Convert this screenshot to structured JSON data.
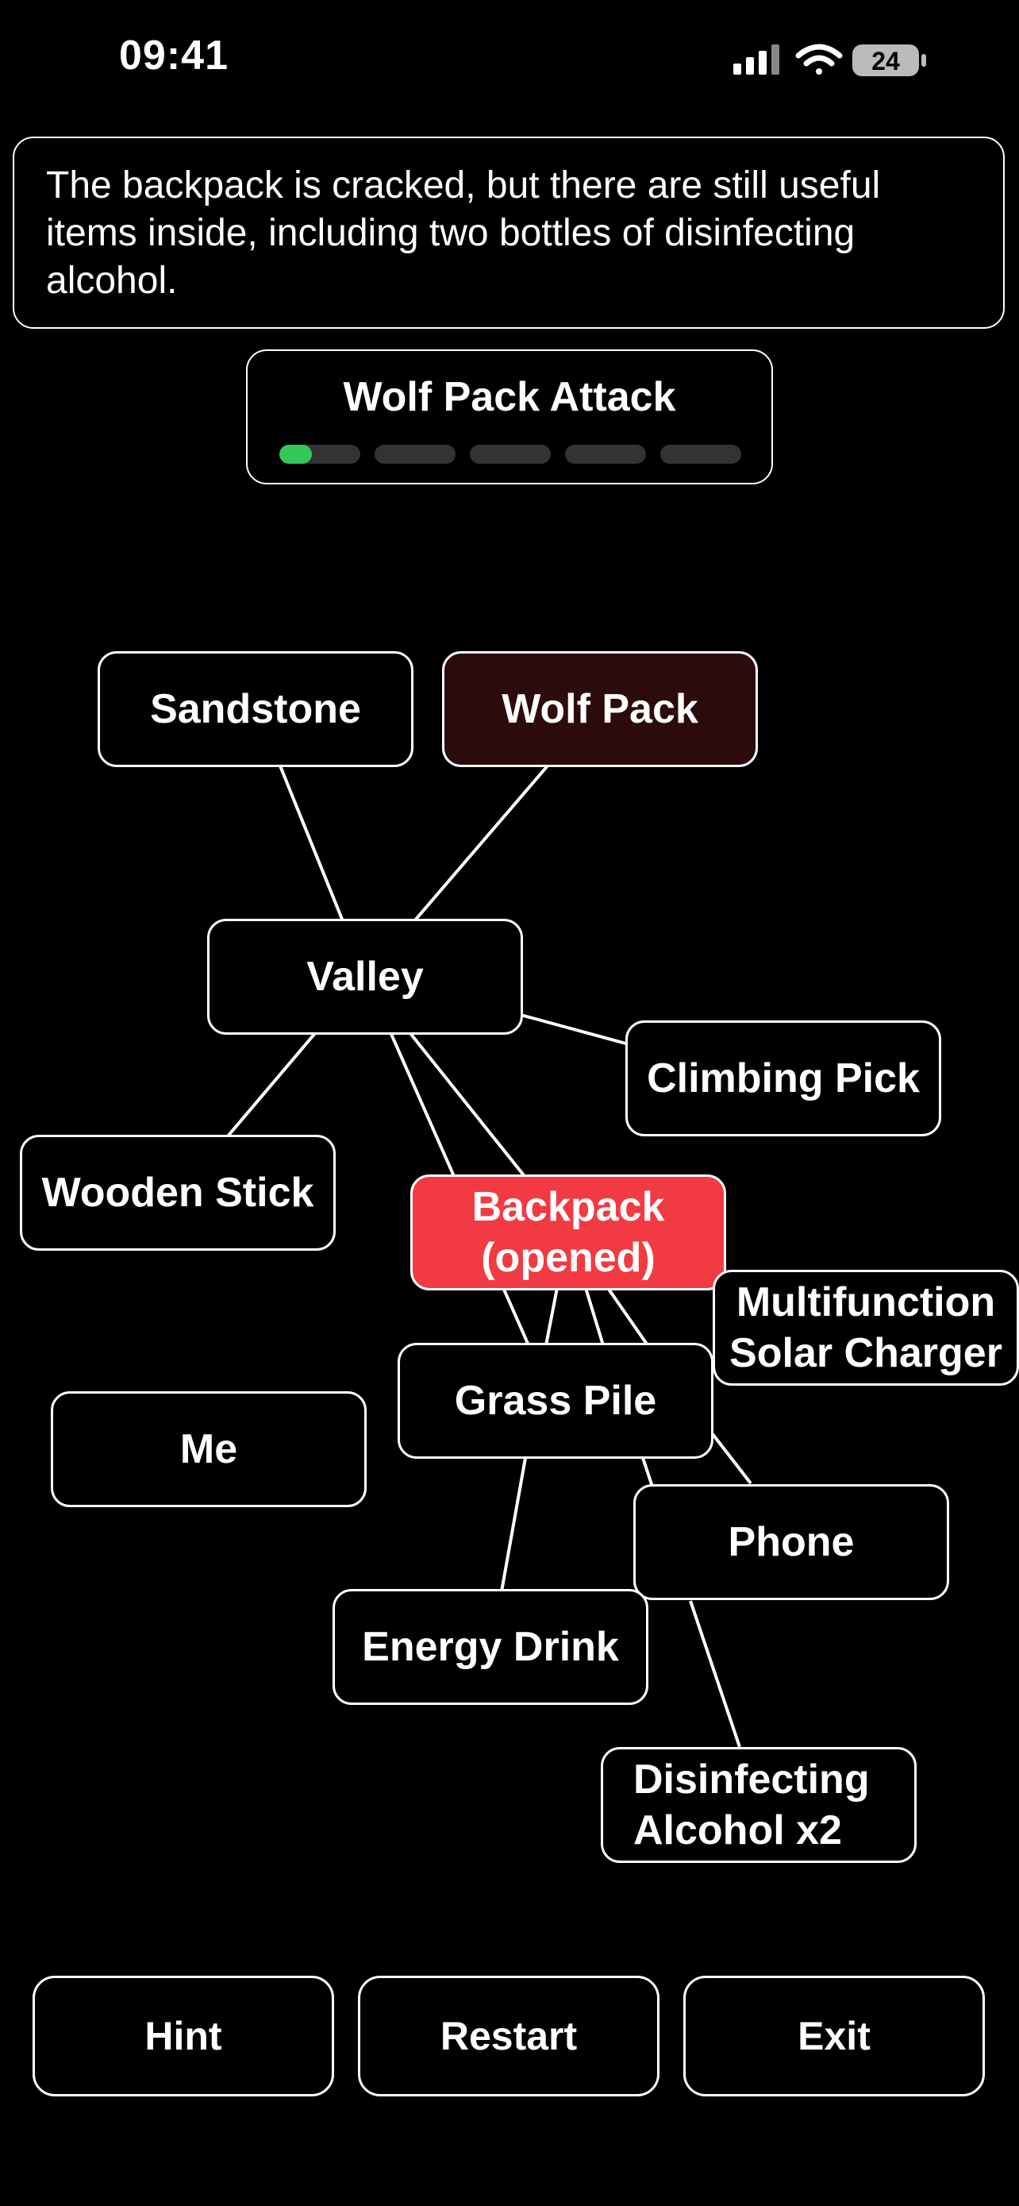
{
  "status_bar": {
    "time": "09:41",
    "battery": "24",
    "icons": [
      "cellular-signal-icon",
      "wifi-icon",
      "battery-icon"
    ]
  },
  "narration": {
    "text": "The backpack is cracked, but there are still useful items inside, including two bottles of disinfecting alcohol."
  },
  "event": {
    "title": "Wolf Pack Attack",
    "progress_segments_total": 5,
    "progress_first_segment_fill": 0.4,
    "progress_color": "#34c759"
  },
  "nodes": {
    "sandstone": "Sandstone",
    "wolf_pack": "Wolf Pack",
    "valley": "Valley",
    "climbing_pick": "Climbing Pick",
    "wooden_stick": "Wooden Stick",
    "backpack": "Backpack\n(opened)",
    "multifunction_solar_charger": "Multifunction\nSolar Charger",
    "grass_pile": "Grass Pile",
    "me": "Me",
    "phone": "Phone",
    "energy_drink": "Energy Drink",
    "disinfecting_alcohol": "Disinfecting\nAlcohol x2"
  },
  "colors": {
    "background": "#000000",
    "backpack_node": "#f23a43",
    "wolf_pack_node": "#2b0b0b",
    "segment_empty": "#333333"
  },
  "buttons": {
    "hint": "Hint",
    "restart": "Restart",
    "exit": "Exit"
  }
}
